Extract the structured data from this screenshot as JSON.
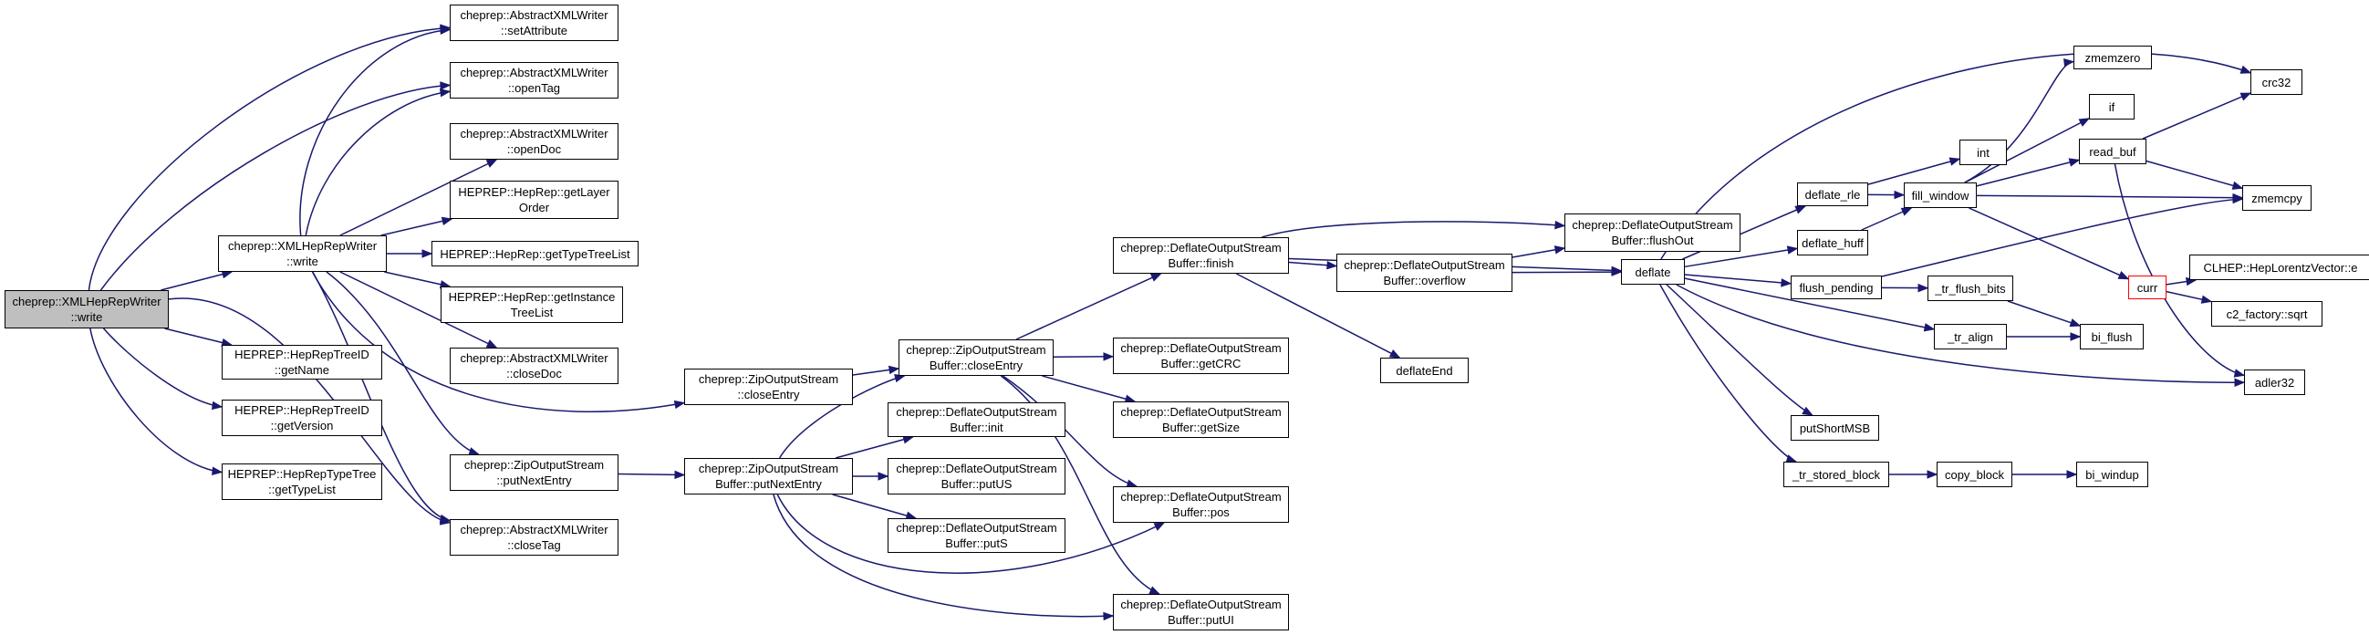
{
  "diagram": {
    "nodes": {
      "root": [
        "cheprep::XMLHepRepWriter",
        "::write"
      ],
      "setAttribute": [
        "cheprep::AbstractXMLWriter",
        "::setAttribute"
      ],
      "openTag": [
        "cheprep::AbstractXMLWriter",
        "::openTag"
      ],
      "openDoc": [
        "cheprep::AbstractXMLWriter",
        "::openDoc"
      ],
      "getLayerOrder": [
        "HEPREP::HepRep::getLayer",
        "Order"
      ],
      "writeMid": [
        "cheprep::XMLHepRepWriter",
        "::write"
      ],
      "getTypeTreeList": [
        "HEPREP::HepRep::getTypeTreeList"
      ],
      "getInstanceTreeList": [
        "HEPREP::HepRep::getInstance",
        "TreeList"
      ],
      "closeDoc": [
        "cheprep::AbstractXMLWriter",
        "::closeDoc"
      ],
      "getName": [
        "HEPREP::HepRepTreeID",
        "::getName"
      ],
      "getVersion": [
        "HEPREP::HepRepTreeID",
        "::getVersion"
      ],
      "getTypeList": [
        "HEPREP::HepRepTypeTree",
        "::getTypeList"
      ],
      "putNextEntry1": [
        "cheprep::ZipOutputStream",
        "::putNextEntry"
      ],
      "closeTag": [
        "cheprep::AbstractXMLWriter",
        "::closeTag"
      ],
      "closeEntry1": [
        "cheprep::ZipOutputStream",
        "::closeEntry"
      ],
      "closeEntry2": [
        "cheprep::ZipOutputStream",
        "Buffer::closeEntry"
      ],
      "putNextEntry2": [
        "cheprep::ZipOutputStream",
        "Buffer::putNextEntry"
      ],
      "init": [
        "cheprep::DeflateOutputStream",
        "Buffer::init"
      ],
      "putUS": [
        "cheprep::DeflateOutputStream",
        "Buffer::putUS"
      ],
      "putS": [
        "cheprep::DeflateOutputStream",
        "Buffer::putS"
      ],
      "finish": [
        "cheprep::DeflateOutputStream",
        "Buffer::finish"
      ],
      "getCRC": [
        "cheprep::DeflateOutputStream",
        "Buffer::getCRC"
      ],
      "getSize": [
        "cheprep::DeflateOutputStream",
        "Buffer::getSize"
      ],
      "pos": [
        "cheprep::DeflateOutputStream",
        "Buffer::pos"
      ],
      "putUI": [
        "cheprep::DeflateOutputStream",
        "Buffer::putUI"
      ],
      "overflow": [
        "cheprep::DeflateOutputStream",
        "Buffer::overflow"
      ],
      "deflateEnd": [
        "deflateEnd"
      ],
      "flushOut": [
        "cheprep::DeflateOutputStream",
        "Buffer::flushOut"
      ],
      "deflate": [
        "deflate"
      ],
      "deflate_rle": [
        "deflate_rle"
      ],
      "deflate_huff": [
        "deflate_huff"
      ],
      "flush_pending": [
        "flush_pending"
      ],
      "tr_align": [
        "_tr_align"
      ],
      "putShortMSB": [
        "putShortMSB"
      ],
      "tr_stored_block": [
        "_tr_stored_block"
      ],
      "int": [
        "int"
      ],
      "fill_window": [
        "fill_window"
      ],
      "tr_flush_bits": [
        "_tr_flush_bits"
      ],
      "bi_flush": [
        "bi_flush"
      ],
      "copy_block": [
        "copy_block"
      ],
      "bi_windup": [
        "bi_windup"
      ],
      "zmemzero": [
        "zmemzero"
      ],
      "if": [
        "if"
      ],
      "read_buf": [
        "read_buf"
      ],
      "curr": [
        "curr"
      ],
      "crc32": [
        "crc32"
      ],
      "zmemcpy": [
        "zmemcpy"
      ],
      "lorentz_e": [
        "CLHEP::HepLorentzVector::e"
      ],
      "c2_sqrt": [
        "c2_factory::sqrt"
      ],
      "adler32": [
        "adler32"
      ]
    },
    "colors": {
      "edge": "#191970",
      "root_fill": "#bfbfbf",
      "highlight_border": "#ff0000"
    }
  }
}
